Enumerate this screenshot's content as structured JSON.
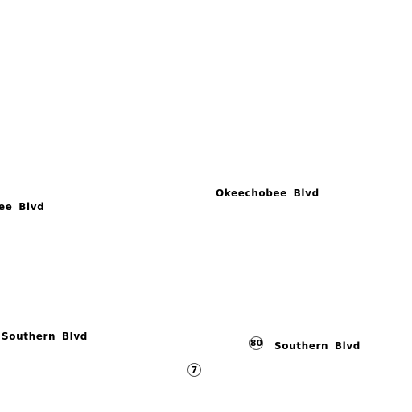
{
  "map": {
    "background_color": "#ffffff",
    "label_color": "#000000",
    "labels": {
      "okeechobee_left": "ee  Blvd",
      "okeechobee_right": "Okeechobee  Blvd",
      "southern_left": "Southern  Blvd",
      "southern_right": "Southern  Blvd"
    },
    "shields": {
      "route_80": "80",
      "route_7": "7"
    }
  }
}
